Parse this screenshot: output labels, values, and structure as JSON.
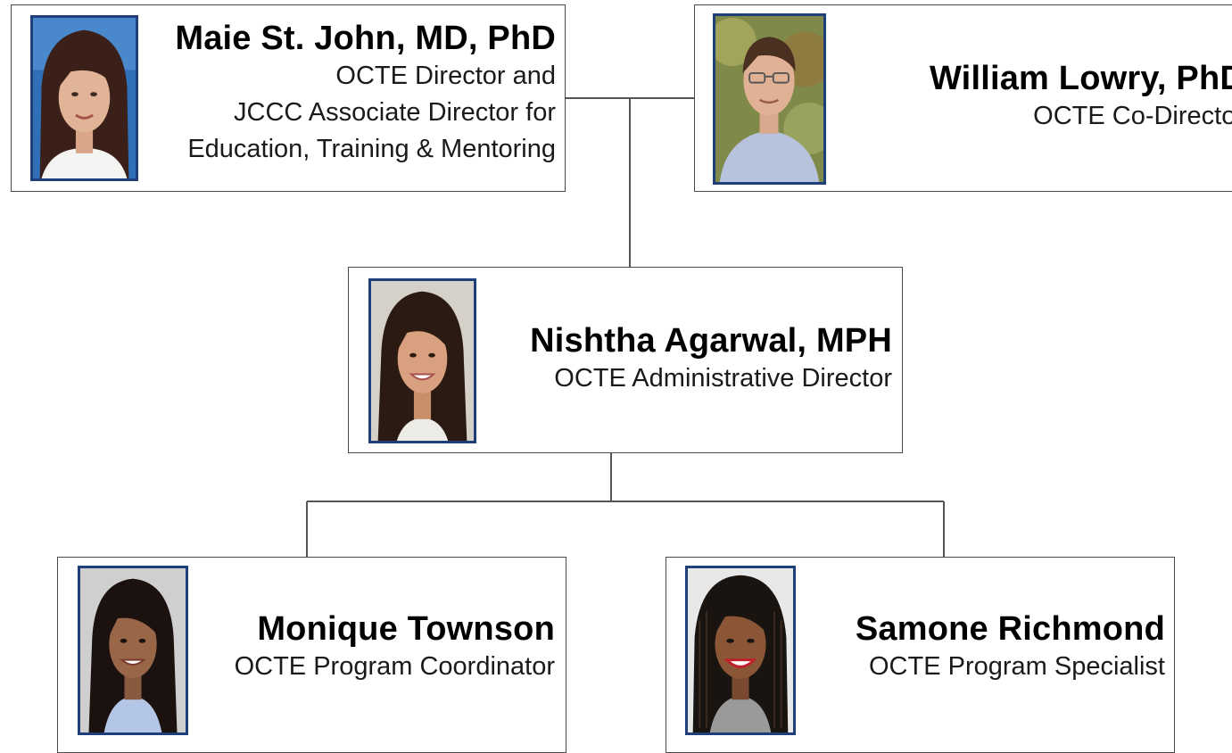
{
  "people": {
    "director": {
      "name": "Maie St. John, MD, PhD",
      "title_lines": [
        "OCTE Director and",
        "JCCC Associate Director for",
        "Education, Training & Mentoring"
      ],
      "photo": "portrait-woman-dark-hair-white-coat"
    },
    "co_director": {
      "name": "William Lowry, PhD",
      "title": "OCTE Co-Director",
      "photo": "portrait-man-glasses-blue-shirt"
    },
    "admin_director": {
      "name": "Nishtha Agarwal, MPH",
      "title": "OCTE Administrative Director",
      "photo": "portrait-woman-long-dark-hair"
    },
    "coordinator": {
      "name": "Monique Townson",
      "title": "OCTE Program Coordinator",
      "photo": "portrait-woman-blue-blouse"
    },
    "specialist": {
      "name": "Samone Richmond",
      "title": "OCTE Program Specialist",
      "photo": "portrait-woman-braids-red-lipstick"
    }
  },
  "colors": {
    "photo_border": "#1f3f7a",
    "card_border": "#4a4a4a",
    "connector": "#555555"
  }
}
